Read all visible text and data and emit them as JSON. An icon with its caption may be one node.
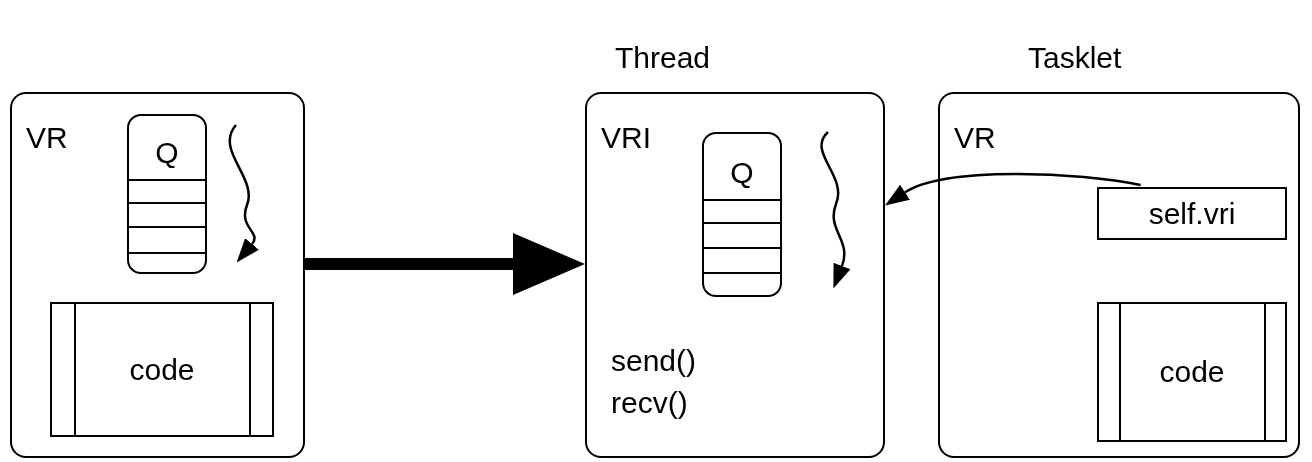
{
  "diagram": {
    "nodes": [
      {
        "text": [
          "VR"
        ]
      },
      {
        "text": [
          "Q"
        ],
        "in": 0
      },
      {
        "text": [
          "code"
        ],
        "in": 0
      },
      {
        "text": [
          "Thread",
          "VRI",
          "send() recv()"
        ]
      },
      {
        "text": [
          "Q"
        ],
        "in": 3
      },
      {
        "text": [
          "Tasklet",
          "VR"
        ]
      },
      {
        "text": [
          "self.vri"
        ],
        "in": 5
      },
      {
        "text": [
          "code"
        ],
        "in": 5
      }
    ],
    "edges": [
      {
        "from": 0,
        "to": 3,
        "arrow": "to",
        "style": "thick"
      },
      {
        "from": 6,
        "to": 3,
        "arrow": "to"
      }
    ]
  }
}
